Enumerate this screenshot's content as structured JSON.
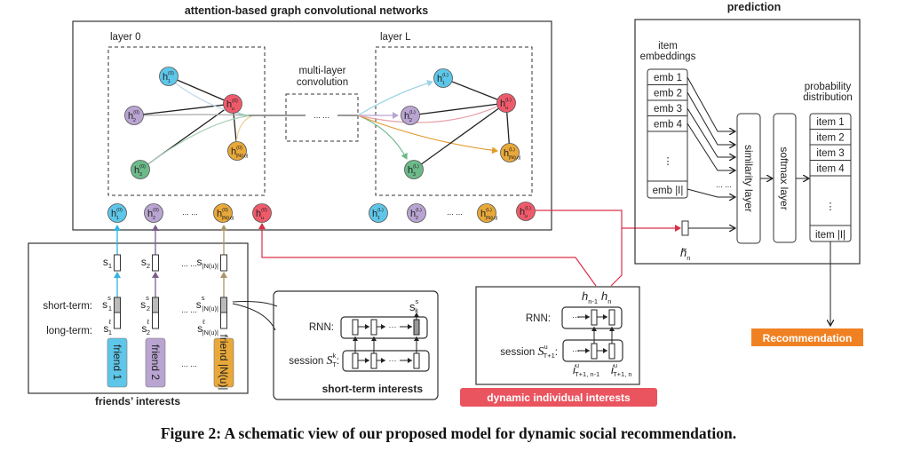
{
  "colors": {
    "cyan": "#5ec6e8",
    "purple": "#b9a4d2",
    "green": "#6cb98a",
    "red": "#ef5a6b",
    "orange": "#e8a83a",
    "olive": "#a8956a",
    "red_line": "#d9304a",
    "recommendation_bg": "#f08123",
    "dynamic_bg": "#ea545f"
  },
  "gcn": {
    "title": "attention-based graph convolutional networks",
    "layer0_label": "layer 0",
    "layerL_label": "layer L",
    "multi_layer_line1": "multi-layer",
    "multi_layer_line2": "convolution",
    "ellipsis": "... ...",
    "layer0_nodes": [
      {
        "id": "h1",
        "base": "h",
        "sub": "1",
        "sup": "(0)",
        "color": "cyan"
      },
      {
        "id": "h2",
        "base": "h",
        "sub": "2",
        "sup": "(0)",
        "color": "purple"
      },
      {
        "id": "h3",
        "base": "h",
        "sub": "3",
        "sup": "(0)",
        "color": "green"
      },
      {
        "id": "hu",
        "base": "h",
        "sub": "u",
        "sup": "(0)",
        "color": "red"
      },
      {
        "id": "hN",
        "base": "h",
        "sub": "|N(u)|",
        "sup": "(0)",
        "color": "orange"
      }
    ],
    "layerL_nodes": [
      {
        "id": "h1",
        "base": "h",
        "sub": "1",
        "sup": "(L)",
        "color": "cyan"
      },
      {
        "id": "h2",
        "base": "h",
        "sub": "2",
        "sup": "(L)",
        "color": "purple"
      },
      {
        "id": "h3",
        "base": "h",
        "sub": "3",
        "sup": "(L)",
        "color": "green"
      },
      {
        "id": "hu",
        "base": "h",
        "sub": "u",
        "sup": "(L)",
        "color": "red"
      },
      {
        "id": "hN",
        "base": "h",
        "sub": "|N(u)|",
        "sup": "(L)",
        "color": "orange"
      }
    ],
    "bottom0_nodes": [
      {
        "id": "h1",
        "base": "h",
        "sub": "1",
        "sup": "(0)",
        "color": "cyan"
      },
      {
        "id": "h2",
        "base": "h",
        "sub": "2",
        "sup": "(0)",
        "color": "purple"
      },
      {
        "id": "hN",
        "base": "h",
        "sub": "|N(u)|",
        "sup": "(0)",
        "color": "orange"
      },
      {
        "id": "hu",
        "base": "h",
        "sub": "u",
        "sup": "(0)",
        "color": "red"
      }
    ],
    "bottomL_nodes": [
      {
        "id": "h1",
        "base": "h",
        "sub": "1",
        "sup": "(L)",
        "color": "cyan"
      },
      {
        "id": "h2",
        "base": "h",
        "sub": "2",
        "sup": "(L)",
        "color": "purple"
      },
      {
        "id": "hN",
        "base": "h",
        "sub": "|N(u)|",
        "sup": "(L)",
        "color": "orange"
      },
      {
        "id": "hu",
        "base": "h",
        "sub": "u",
        "sup": "(L)",
        "color": "red"
      }
    ]
  },
  "friends": {
    "title": "friends’ interests",
    "short_term_label": "short-term:",
    "long_term_label": "long-term:",
    "ellipsis": "... ...",
    "columns": [
      {
        "s": "s",
        "s_sub": "1",
        "ss_sup": "s",
        "ss_sub": "1",
        "sl_sup": "ℓ",
        "sl_sub": "1",
        "tag": "friend 1",
        "color": "cyan",
        "line": "cyan"
      },
      {
        "s": "s",
        "s_sub": "2",
        "ss_sup": "s",
        "ss_sub": "2",
        "sl_sup": "ℓ",
        "sl_sub": "2",
        "tag": "friend 2",
        "color": "purple",
        "line": "purple"
      },
      {
        "s": "s",
        "s_sub": "|N(u)|",
        "ss_sup": "s",
        "ss_sub": "|N(u)|",
        "sl_sup": "ℓ",
        "sl_sub": "|N(u)|",
        "tag": "friend |N(u)|",
        "color": "orange",
        "line": "olive"
      }
    ]
  },
  "short_term": {
    "title": "short-term  interests",
    "rnn_label": "RNN:",
    "session_label": "session ",
    "session_sym": "S",
    "session_sup": "k",
    "session_sub": "T",
    "session_colon": ":",
    "out_sym": "s",
    "out_sup": "s",
    "out_sub": "k",
    "dots": "···"
  },
  "dynamic": {
    "title": "dynamic individual interests",
    "rnn_label": "RNN:",
    "session_label": "session ",
    "session_sym": "S",
    "session_sup": "u",
    "session_sub": "T+1",
    "session_colon": ":",
    "h_prev": "h",
    "h_prev_sub": "n-1",
    "h_cur": "h",
    "h_cur_sub": "n",
    "i_prev": "i",
    "i_prev_sup": "u",
    "i_prev_sub": "T+1, n-1",
    "i_cur": "i",
    "i_cur_sup": "u",
    "i_cur_sub": "T+1, n",
    "dots": "···"
  },
  "prediction": {
    "title": "prediction",
    "embeddings_line1": "item",
    "embeddings_line2": "embeddings",
    "emb_rows": [
      "emb 1",
      "emb 2",
      "emb 3",
      "emb 4"
    ],
    "emb_last": "emb |I|",
    "vdots": "⋮",
    "hdots": "... ...",
    "similarity_layer": "similarity layer",
    "softmax_layer": "softmax layer",
    "prob_line1": "probability",
    "prob_line2": "distribution",
    "item_rows": [
      "item 1",
      "item 2",
      "item 3",
      "item 4"
    ],
    "item_last": "item |I|",
    "h_tilde": "h̃",
    "h_tilde_sub": "n"
  },
  "recommendation": {
    "label": "Recommendation"
  },
  "caption": "Figure 2: A schematic view of our proposed model for dynamic social recommendation."
}
